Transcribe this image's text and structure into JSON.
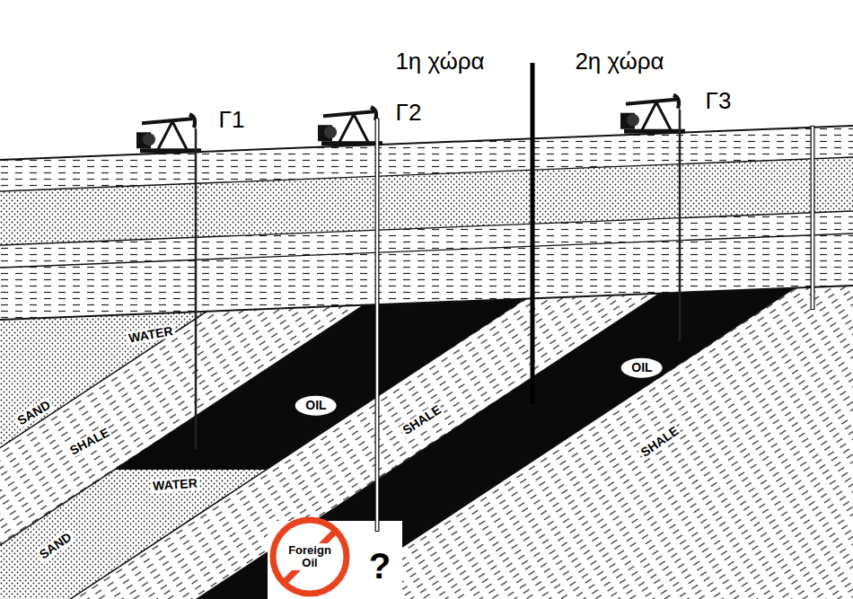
{
  "diagram": {
    "nodes": [
      {
        "text": [
          "OIL"
        ]
      },
      {
        "text": [
          "OIL"
        ]
      },
      {
        "text": [
          "Foreign Oil"
        ]
      }
    ],
    "labels": [
      "1η χώρα",
      "2η χώρα",
      "Γ1",
      "Γ2",
      "Γ3",
      "WATER",
      "SAND",
      "SHALE",
      "WATER",
      "SAND",
      "SHALE",
      "SHALE",
      "?"
    ]
  }
}
